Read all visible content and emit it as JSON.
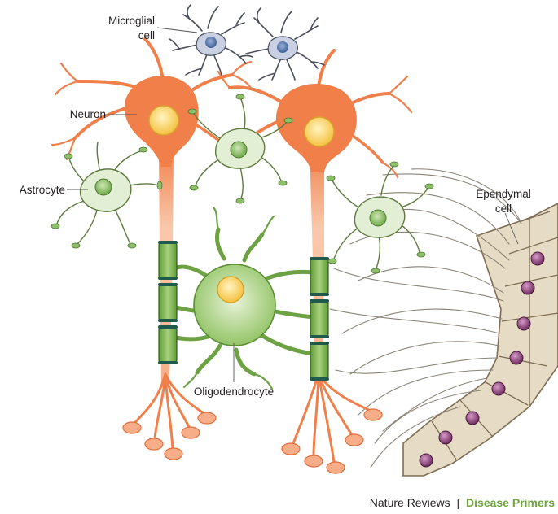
{
  "labels": {
    "microglial_line1": "Microglial",
    "microglial_line2": "cell",
    "neuron": "Neuron",
    "astrocyte": "Astrocyte",
    "ependymal_line1": "Ependymal",
    "ependymal_line2": "cell",
    "oligodendrocyte": "Oligodendrocyte"
  },
  "footer": {
    "journal": "Nature Reviews",
    "separator": "|",
    "series": "Disease Primers"
  },
  "colors": {
    "neuron": "#f07f4a",
    "neuron_light": "#f8b48f",
    "nucleus": "#fcd86a",
    "astrocyte": "#e3efd4",
    "astrocyte_stroke": "#5d7a3c",
    "astro_nucleus": "#8fc06a",
    "oligo": "#7fb64d",
    "oligo_light": "#cfe5b4",
    "myelin": "#6da244",
    "microglia": "#b8c3da",
    "microglia_nucleus": "#5b78a8",
    "ependymal": "#e6dcc6",
    "ependymal_stroke": "#7d6d52",
    "ependymal_nucleus": "#8c3e78",
    "accent_green": "#6fa53a"
  }
}
